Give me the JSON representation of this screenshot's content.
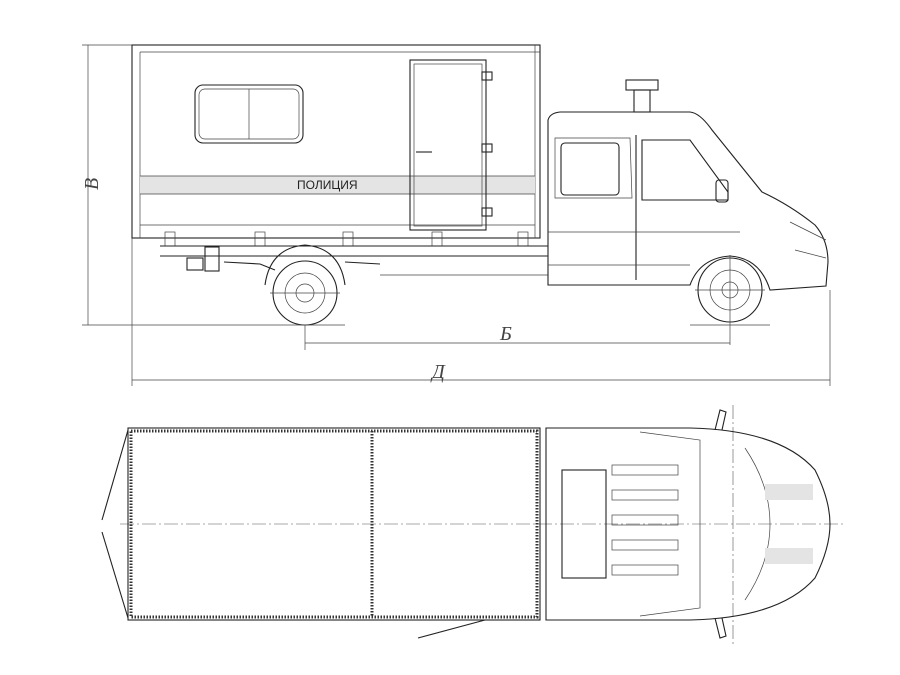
{
  "side_view": {
    "body_text": "ПОЛИЦИЯ",
    "dimensions": {
      "height_label": "В",
      "wheelbase_label": "Б",
      "length_label": "Д"
    }
  },
  "top_view": {}
}
